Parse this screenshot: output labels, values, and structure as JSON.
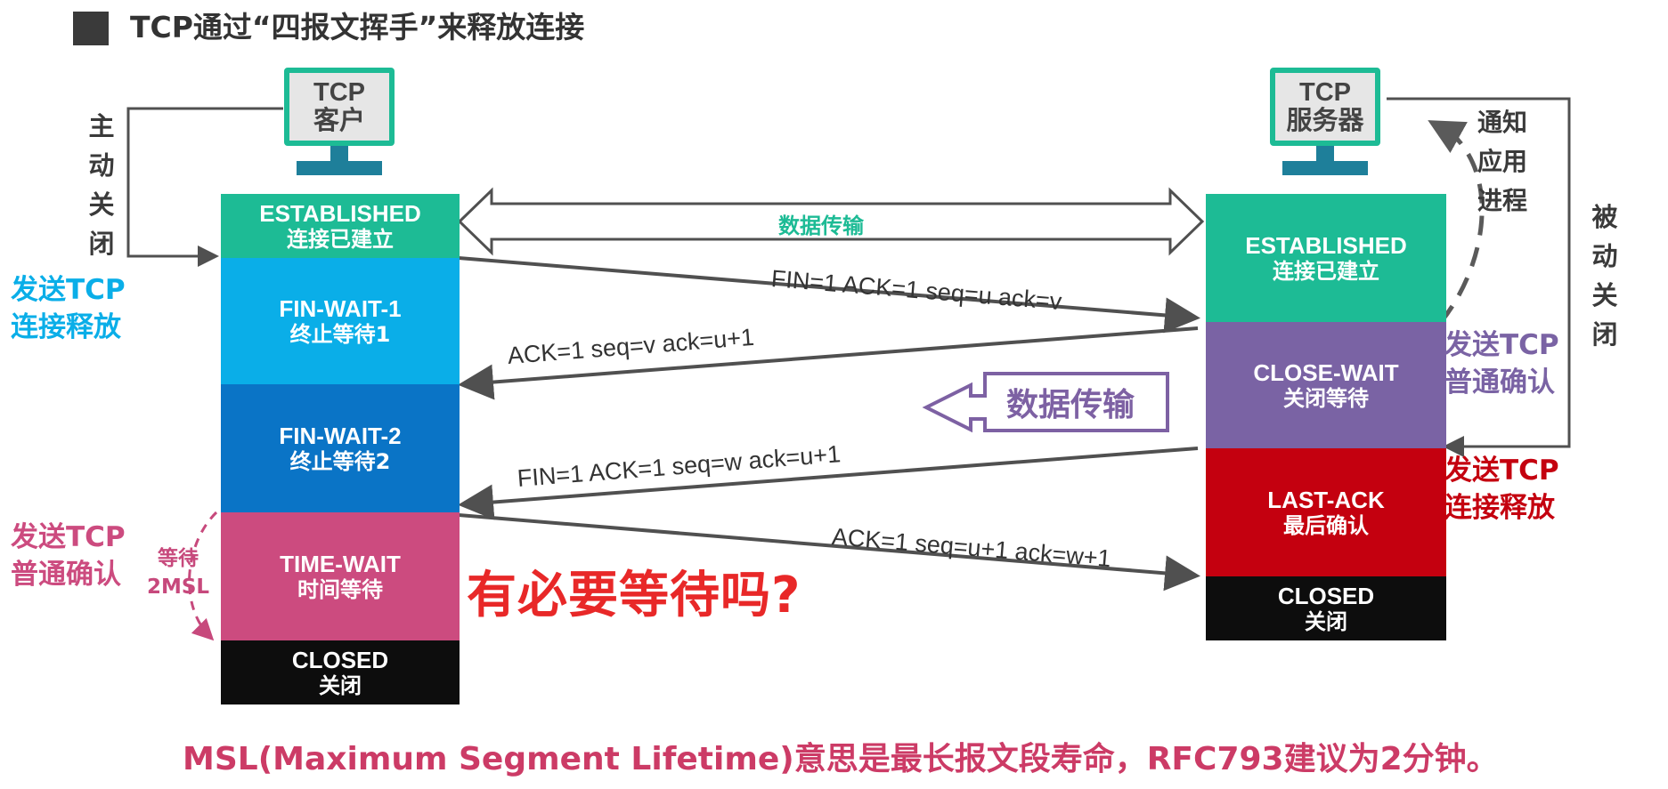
{
  "title": "TCP通过“四报文挥手”来释放连接",
  "colors": {
    "teal": "#1dbb95",
    "lightblue": "#0aaee8",
    "blue": "#0a74c6",
    "pink": "#cc4b7f",
    "purple": "#7a63a4",
    "red": "#c4000f",
    "black": "#0d0d0d",
    "arrow": "#505050"
  },
  "client": {
    "screen_line1": "TCP",
    "screen_line2": "客户",
    "states": [
      {
        "en": "ESTABLISHED",
        "zh": "连接已建立"
      },
      {
        "en": "FIN-WAIT-1",
        "zh": "终止等待1"
      },
      {
        "en": "FIN-WAIT-2",
        "zh": "终止等待2"
      },
      {
        "en": "TIME-WAIT",
        "zh": "时间等待"
      },
      {
        "en": "CLOSED",
        "zh": "关闭"
      }
    ]
  },
  "server": {
    "screen_line1": "TCP",
    "screen_line2": "服务器",
    "states": [
      {
        "en": "ESTABLISHED",
        "zh": "连接已建立"
      },
      {
        "en": "CLOSE-WAIT",
        "zh": "关闭等待"
      },
      {
        "en": "LAST-ACK",
        "zh": "最后确认"
      },
      {
        "en": "CLOSED",
        "zh": "关闭"
      }
    ]
  },
  "labels": {
    "active_close": "主动关闭",
    "passive_close": "被动关闭",
    "notify_app": "通知应用进程",
    "send_fin_client_1": "发送TCP",
    "send_fin_client_2": "连接释放",
    "send_ack_client_1": "发送TCP",
    "send_ack_client_2": "普通确认",
    "send_ack_server_1": "发送TCP",
    "send_ack_server_2": "普通确认",
    "send_fin_server_1": "发送TCP",
    "send_fin_server_2": "连接释放",
    "wait_1": "等待",
    "wait_2": "2MSL"
  },
  "messages": {
    "data_transfer": "数据传输",
    "fin1": "FIN=1   ACK=1   seq=u   ack=v",
    "ack1": "ACK=1    seq=v    ack=u+1",
    "data_transfer_callout": "数据传输",
    "fin2": "FIN=1    ACK=1     seq=w     ack=u+1",
    "ack2": "ACK=1   seq=u+1   ack=w+1"
  },
  "question": "有必要等待吗?",
  "note": "MSL(Maximum Segment Lifetime)意思是最长报文段寿命，RFC793建议为2分钟。"
}
